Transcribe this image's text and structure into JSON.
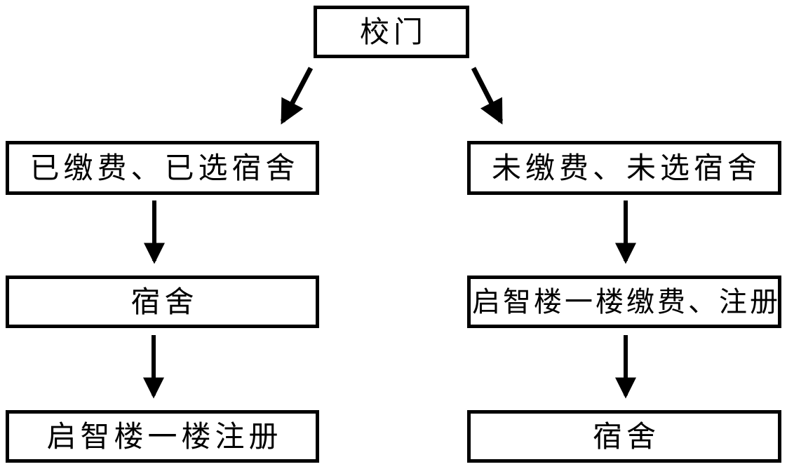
{
  "diagram": {
    "nodes": {
      "gate": {
        "label": "校门"
      },
      "paid": {
        "label": "已缴费、已选宿舍"
      },
      "paid_dorm": {
        "label": "宿舍"
      },
      "paid_reg": {
        "label": "启智楼一楼注册"
      },
      "unpaid": {
        "label": "未缴费、未选宿舍"
      },
      "unpaid_pay": {
        "label": "启智楼一楼缴费、注册"
      },
      "unpaid_dorm": {
        "label": "宿舍"
      }
    },
    "edges": [
      {
        "from": "gate",
        "to": "paid"
      },
      {
        "from": "gate",
        "to": "unpaid"
      },
      {
        "from": "paid",
        "to": "paid_dorm"
      },
      {
        "from": "paid_dorm",
        "to": "paid_reg"
      },
      {
        "from": "unpaid",
        "to": "unpaid_pay"
      },
      {
        "from": "unpaid_pay",
        "to": "unpaid_dorm"
      }
    ],
    "colors": {
      "background": "#ffffff",
      "box_fill": "#ffffff",
      "box_border": "#000000",
      "text": "#000000",
      "arrow": "#000000"
    }
  }
}
